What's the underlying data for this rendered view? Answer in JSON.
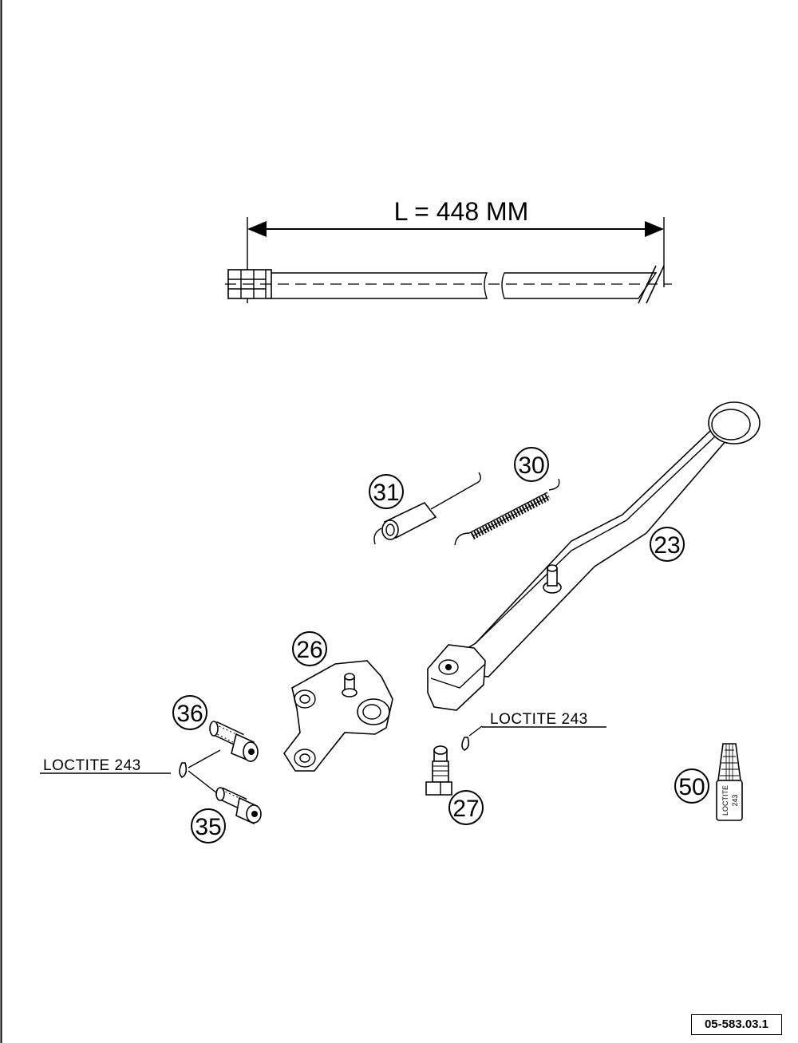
{
  "dimension": {
    "text": "L = 448 MM"
  },
  "callouts": {
    "c23": "23",
    "c26": "26",
    "c27": "27",
    "c30": "30",
    "c31": "31",
    "c35": "35",
    "c36": "36",
    "c50": "50"
  },
  "notes": {
    "loctite_left": "LOCTITE 243",
    "loctite_right": "LOCTITE 243"
  },
  "tube": {
    "line1": "LOCTITE",
    "line2": "243"
  },
  "drawing_number": "05-583.03.1"
}
